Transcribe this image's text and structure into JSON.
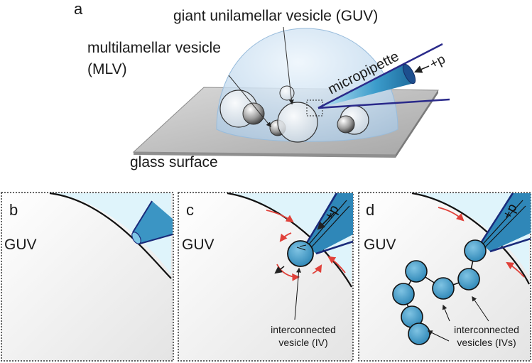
{
  "panel_a": {
    "letter": "a",
    "labels": {
      "guv": "giant unilamellar vesicle (GUV)",
      "mlv_line1": "multilamellar vesicle",
      "mlv_line2": "(MLV)",
      "micropipette": "micropipette",
      "pressure": "+p",
      "glass": "glass surface"
    }
  },
  "panel_b": {
    "letter": "b",
    "guv": "GUV"
  },
  "panel_c": {
    "letter": "c",
    "guv": "GUV",
    "pressure": "+p",
    "iv_line1": "interconnected",
    "iv_line2": "vesicle (IV)"
  },
  "panel_d": {
    "letter": "d",
    "guv": "GUV",
    "pressure": "+p",
    "ivs_line1": "interconnected",
    "ivs_line2": "vesicles (IVs)"
  },
  "colors": {
    "vesicle_fill": "#3f9cc9",
    "pipette_dark": "#1f5f9e",
    "outside_fill": "#dff4fb",
    "arrow_red": "#e0413a",
    "dome": "#cfe3f2"
  }
}
